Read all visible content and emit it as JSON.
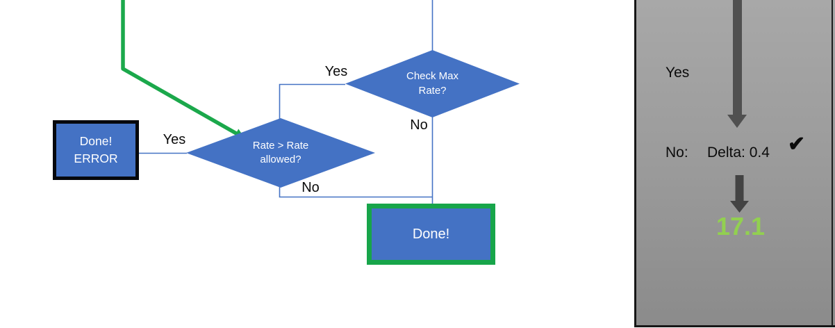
{
  "colors": {
    "node_blue": "#4472C4",
    "connector_blue": "#4472C4",
    "accent_green": "#1BA84B",
    "done_border_green": "#17A54A",
    "error_border_black": "#06080D",
    "result_green": "#92D050",
    "arrow_gray": "#4F4F4F",
    "panel_gray": "#9A9A9A"
  },
  "flowchart": {
    "nodes": {
      "check_max_rate": {
        "label": "Check Max Rate?"
      },
      "rate_allowed": {
        "label": "Rate > Rate allowed?"
      },
      "done_error": {
        "label": "Done!\nERROR"
      },
      "done": {
        "label": "Done!"
      }
    },
    "edge_labels": {
      "check_yes": "Yes",
      "check_no": "No",
      "rate_yes": "Yes",
      "rate_no": "No"
    }
  },
  "panel": {
    "yes_label": "Yes",
    "no_label": "No:",
    "delta_label": "Delta: 0.4",
    "checkmark": "✔",
    "result_value": "17.1"
  }
}
